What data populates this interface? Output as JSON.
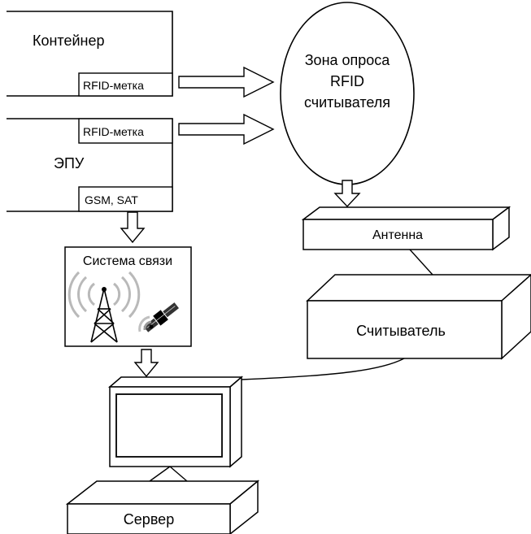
{
  "diagram": {
    "container": {
      "title": "Контейнер",
      "tag": "RFID-метка"
    },
    "epu": {
      "title": "ЭПУ",
      "tag": "RFID-метка",
      "comm_tag": "GSM, SAT"
    },
    "comm_system": {
      "title": "Система связи",
      "icons": [
        "radio-tower-icon",
        "satellite-icon"
      ]
    },
    "zone": {
      "lines": [
        "Зона опроса",
        "RFID",
        "считывателя"
      ]
    },
    "antenna": {
      "label": "Антенна"
    },
    "reader": {
      "label": "Считыватель"
    },
    "server": {
      "label": "Сервер"
    }
  }
}
